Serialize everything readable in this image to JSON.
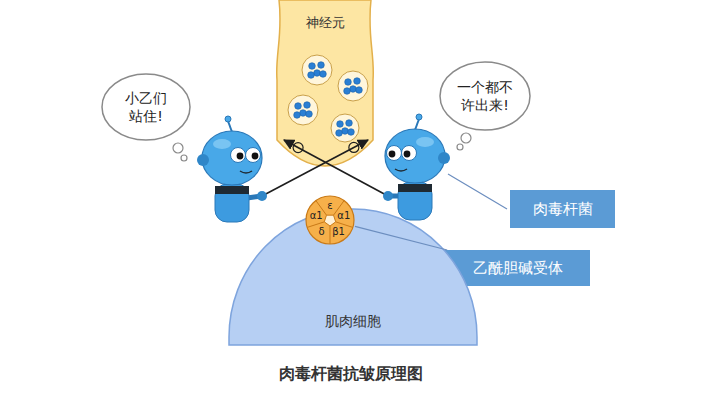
{
  "diagram": {
    "title": "肉毒杆菌抗皱原理图",
    "nodes": [
      {
        "text": [
          "神经元"
        ]
      },
      {
        "text": [
          "小乙们站住!"
        ]
      },
      {
        "text": [
          "一个都不许出来!"
        ]
      },
      {
        "text": [
          "肉毒杆菌"
        ]
      },
      {
        "text": [
          "乙酰胆碱受体"
        ]
      },
      {
        "text": [
          "肌肉细胞"
        ]
      },
      {
        "text": [
          "ε",
          "α1",
          "α1",
          "δ",
          "β1"
        ]
      }
    ],
    "edges": [
      {
        "from": 4,
        "to": 6,
        "arrow": "none"
      }
    ]
  }
}
